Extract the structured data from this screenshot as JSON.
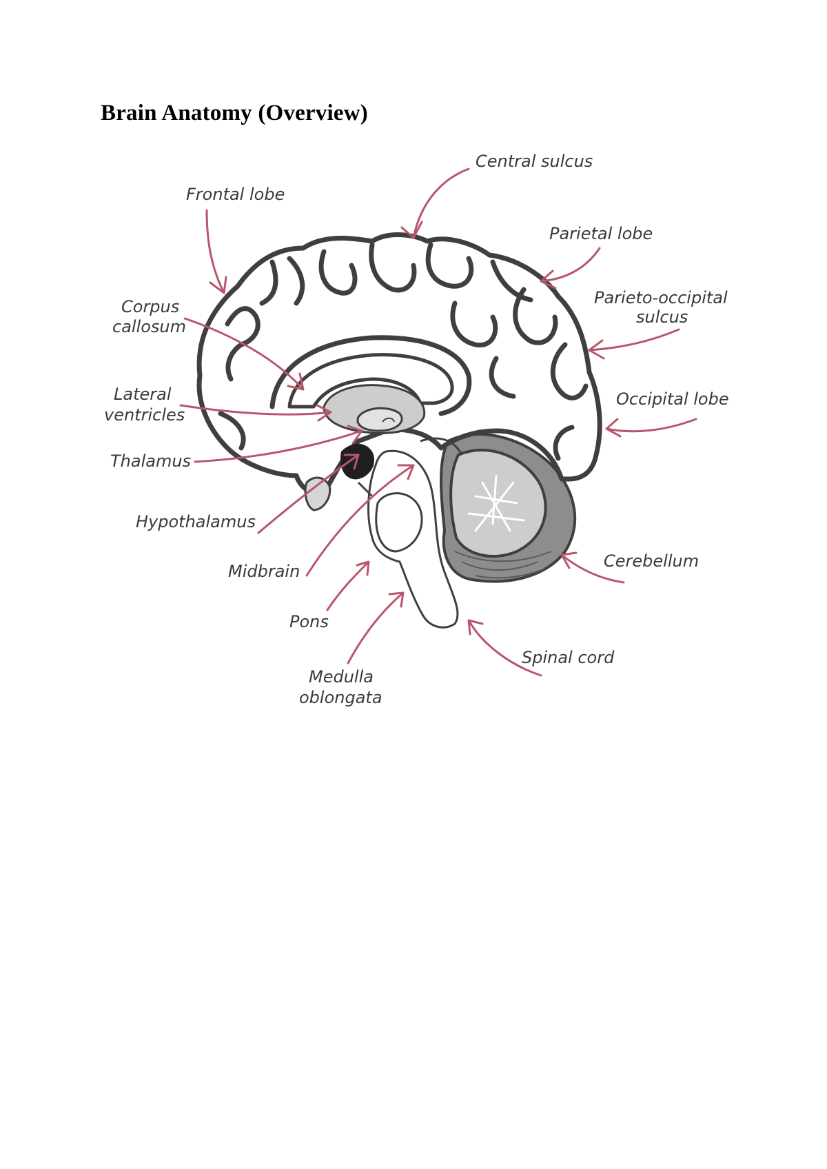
{
  "title": "Brain Anatomy (Overview)",
  "colors": {
    "arrow": "#b8566c",
    "outline": "#3f3f3f",
    "label_text": "#3a3a3a",
    "grey_fill": "#c8c8c8",
    "light_grey_fill": "#e2e2e2"
  },
  "labels": {
    "central_sulcus": "Central sulcus",
    "frontal_lobe": "Frontal lobe",
    "parietal_lobe": "Parietal lobe",
    "parieto_occipital_1": "Parieto-occipital",
    "parieto_occipital_2": "sulcus",
    "corpus_callosum_1": "Corpus",
    "corpus_callosum_2": "callosum",
    "lateral_ventricles_1": "Lateral",
    "lateral_ventricles_2": "ventricles",
    "occipital_lobe": "Occipital lobe",
    "thalamus": "Thalamus",
    "hypothalamus": "Hypothalamus",
    "cerebellum": "Cerebellum",
    "midbrain": "Midbrain",
    "pons": "Pons",
    "spinal_cord": "Spinal cord",
    "medulla_1": "Medulla",
    "medulla_2": "oblongata"
  }
}
